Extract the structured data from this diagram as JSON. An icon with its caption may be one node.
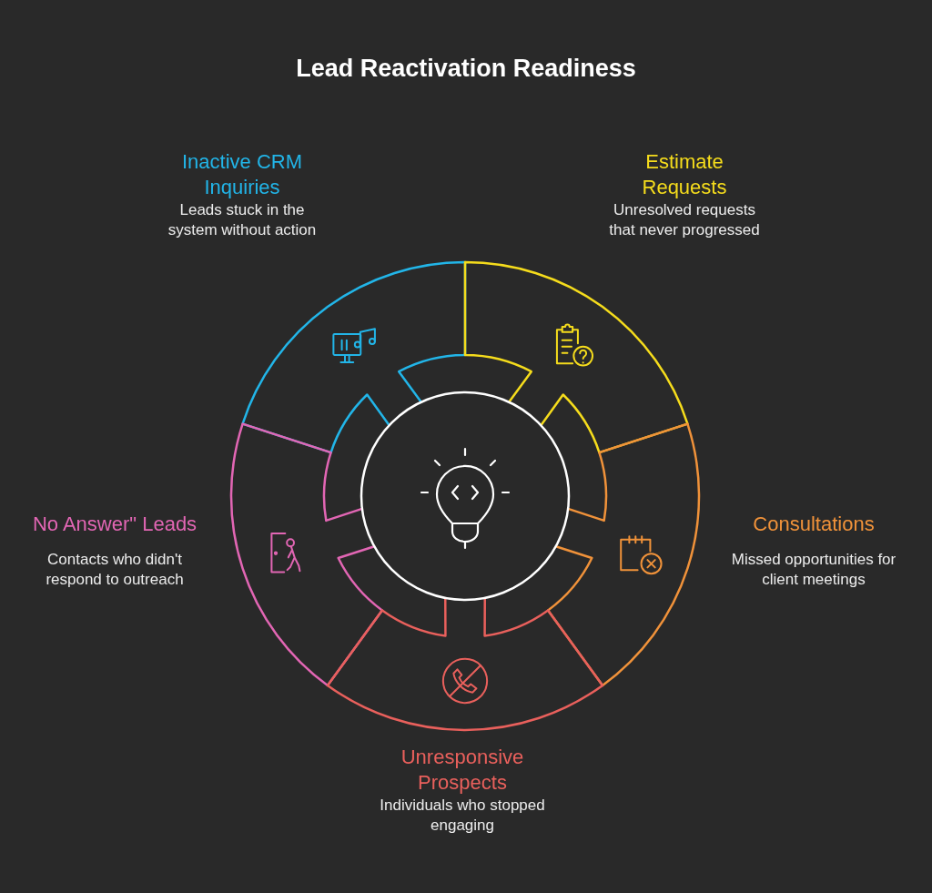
{
  "diagram": {
    "title": "Lead Reactivation Readiness",
    "nodes": [
      {
        "text": [
          "Inactive CRM Inquiries",
          "Leads stuck in the system without action"
        ]
      },
      {
        "text": [
          "Estimate Requests",
          "Unresolved requests that never progressed"
        ]
      },
      {
        "text": [
          "No Answer\" Leads",
          "Contacts who didn't respond to outreach"
        ]
      },
      {
        "text": [
          "Consultations",
          "Missed opportunities for client meetings"
        ]
      },
      {
        "text": [
          "Unresponsive Prospects",
          "Individuals who stopped engaging"
        ]
      }
    ]
  }
}
